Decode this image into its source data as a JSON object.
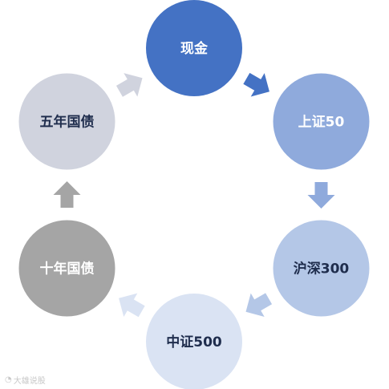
{
  "diagram": {
    "nodes": [
      {
        "id": "cash",
        "label": "现金",
        "fill": "#4472c4",
        "text_color": "#ffffff"
      },
      {
        "id": "sz50",
        "label": "上证50",
        "fill": "#8faadc",
        "text_color": "#ffffff"
      },
      {
        "id": "hs300",
        "label": "沪深300",
        "fill": "#b4c7e7",
        "text_color": "#1f2d4d"
      },
      {
        "id": "zz500",
        "label": "中证500",
        "fill": "#dae3f3",
        "text_color": "#1f2d4d"
      },
      {
        "id": "gz10",
        "label": "十年国债",
        "fill": "#a5a5a5",
        "text_color": "#ffffff"
      },
      {
        "id": "gz5",
        "label": "五年国债",
        "fill": "#d0d3de",
        "text_color": "#1f2d4d"
      }
    ],
    "arrow_colors": [
      "#4472c4",
      "#8faadc",
      "#b4c7e7",
      "#dae3f3",
      "#a5a5a5",
      "#d0d3de"
    ]
  },
  "watermark": {
    "icon": "weibo-icon",
    "text": "大雄说股"
  }
}
